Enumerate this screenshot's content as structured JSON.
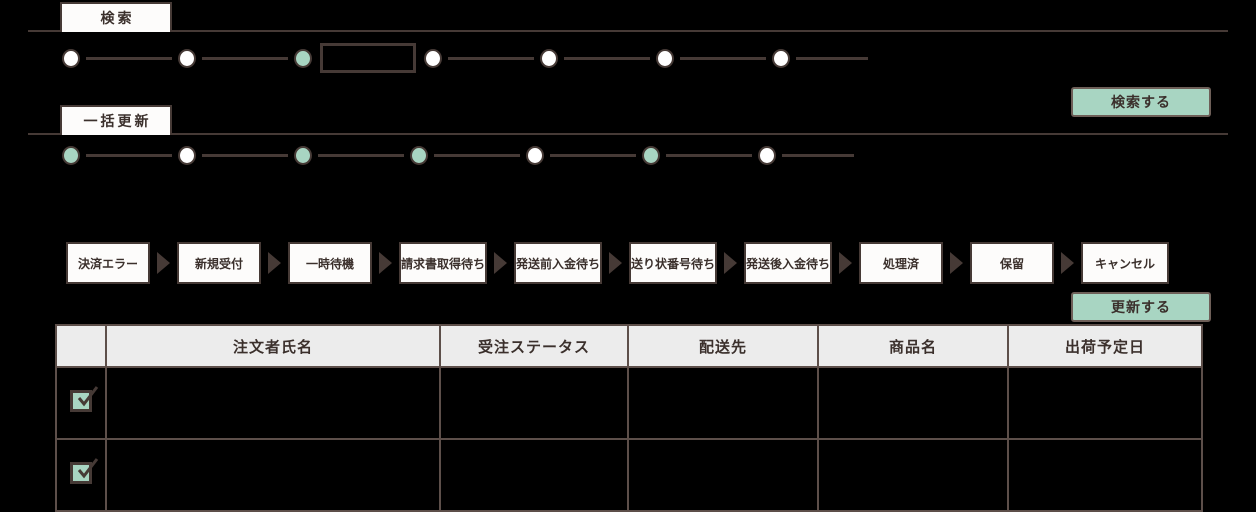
{
  "colors": {
    "accent_green": "#a8d5c2",
    "ink": "#3b302c",
    "border": "#463a36",
    "header_bg": "#ececec",
    "tab_bg": "#fdfcfb",
    "background": "#000000"
  },
  "search_panel": {
    "tab_label": "検索",
    "button_label": "検索する",
    "dots": [
      {
        "state": "off"
      },
      {
        "state": "off"
      },
      {
        "state": "on"
      },
      {
        "state": "off"
      },
      {
        "state": "off"
      },
      {
        "state": "off"
      },
      {
        "state": "off"
      }
    ],
    "input": {
      "value": "",
      "placeholder": ""
    }
  },
  "bulk_update_panel": {
    "tab_label": "一括更新",
    "button_label": "更新する",
    "dots": [
      {
        "state": "on"
      },
      {
        "state": "off"
      },
      {
        "state": "on"
      },
      {
        "state": "on"
      },
      {
        "state": "off"
      },
      {
        "state": "on"
      },
      {
        "state": "off"
      }
    ]
  },
  "status_flow": {
    "steps": [
      "決済エラー",
      "新規受付",
      "一時待機",
      "請求書取得待ち",
      "発送前入金待ち",
      "送り状番号待ち",
      "発送後入金待ち",
      "処理済",
      "保留",
      "キャンセル"
    ]
  },
  "orders_table": {
    "columns": [
      "",
      "注文者氏名",
      "受注ステータス",
      "配送先",
      "商品名",
      "出荷予定日"
    ],
    "rows": [
      {
        "selected": true,
        "name": "",
        "status": "",
        "destination": "",
        "product": "",
        "ship_date": ""
      },
      {
        "selected": true,
        "name": "",
        "status": "",
        "destination": "",
        "product": "",
        "ship_date": ""
      }
    ]
  }
}
